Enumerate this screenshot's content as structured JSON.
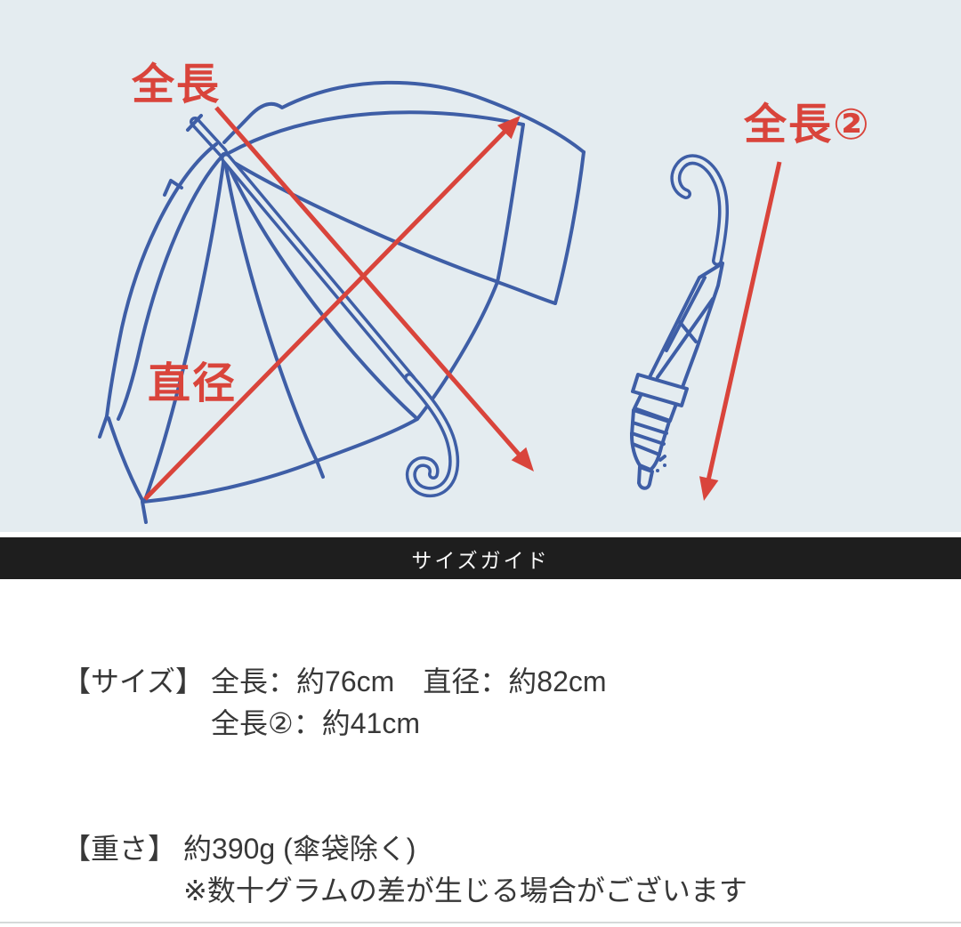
{
  "colors": {
    "illustration_bg": "#e4ecf0",
    "line_blue": "#3e5ea6",
    "arrow_red": "#d9443b",
    "banner_bg": "#1e1e1e",
    "banner_text": "#fafafa",
    "body_text": "#383838",
    "divider": "#d5d9d9"
  },
  "illustration": {
    "labels": {
      "total_length": "全長",
      "diameter": "直径",
      "total_length_2": "全長②"
    }
  },
  "banner": {
    "title": "サイズガイド"
  },
  "specs": {
    "size": {
      "label": "【サイズ】",
      "line1": "全長：約76cm　直径：約82cm",
      "line2": "全長②：約41cm"
    },
    "weight": {
      "label": "【重さ】",
      "line1": "約390g (傘袋除く)",
      "line2": "※数十グラムの差が生じる場合がございます"
    }
  }
}
